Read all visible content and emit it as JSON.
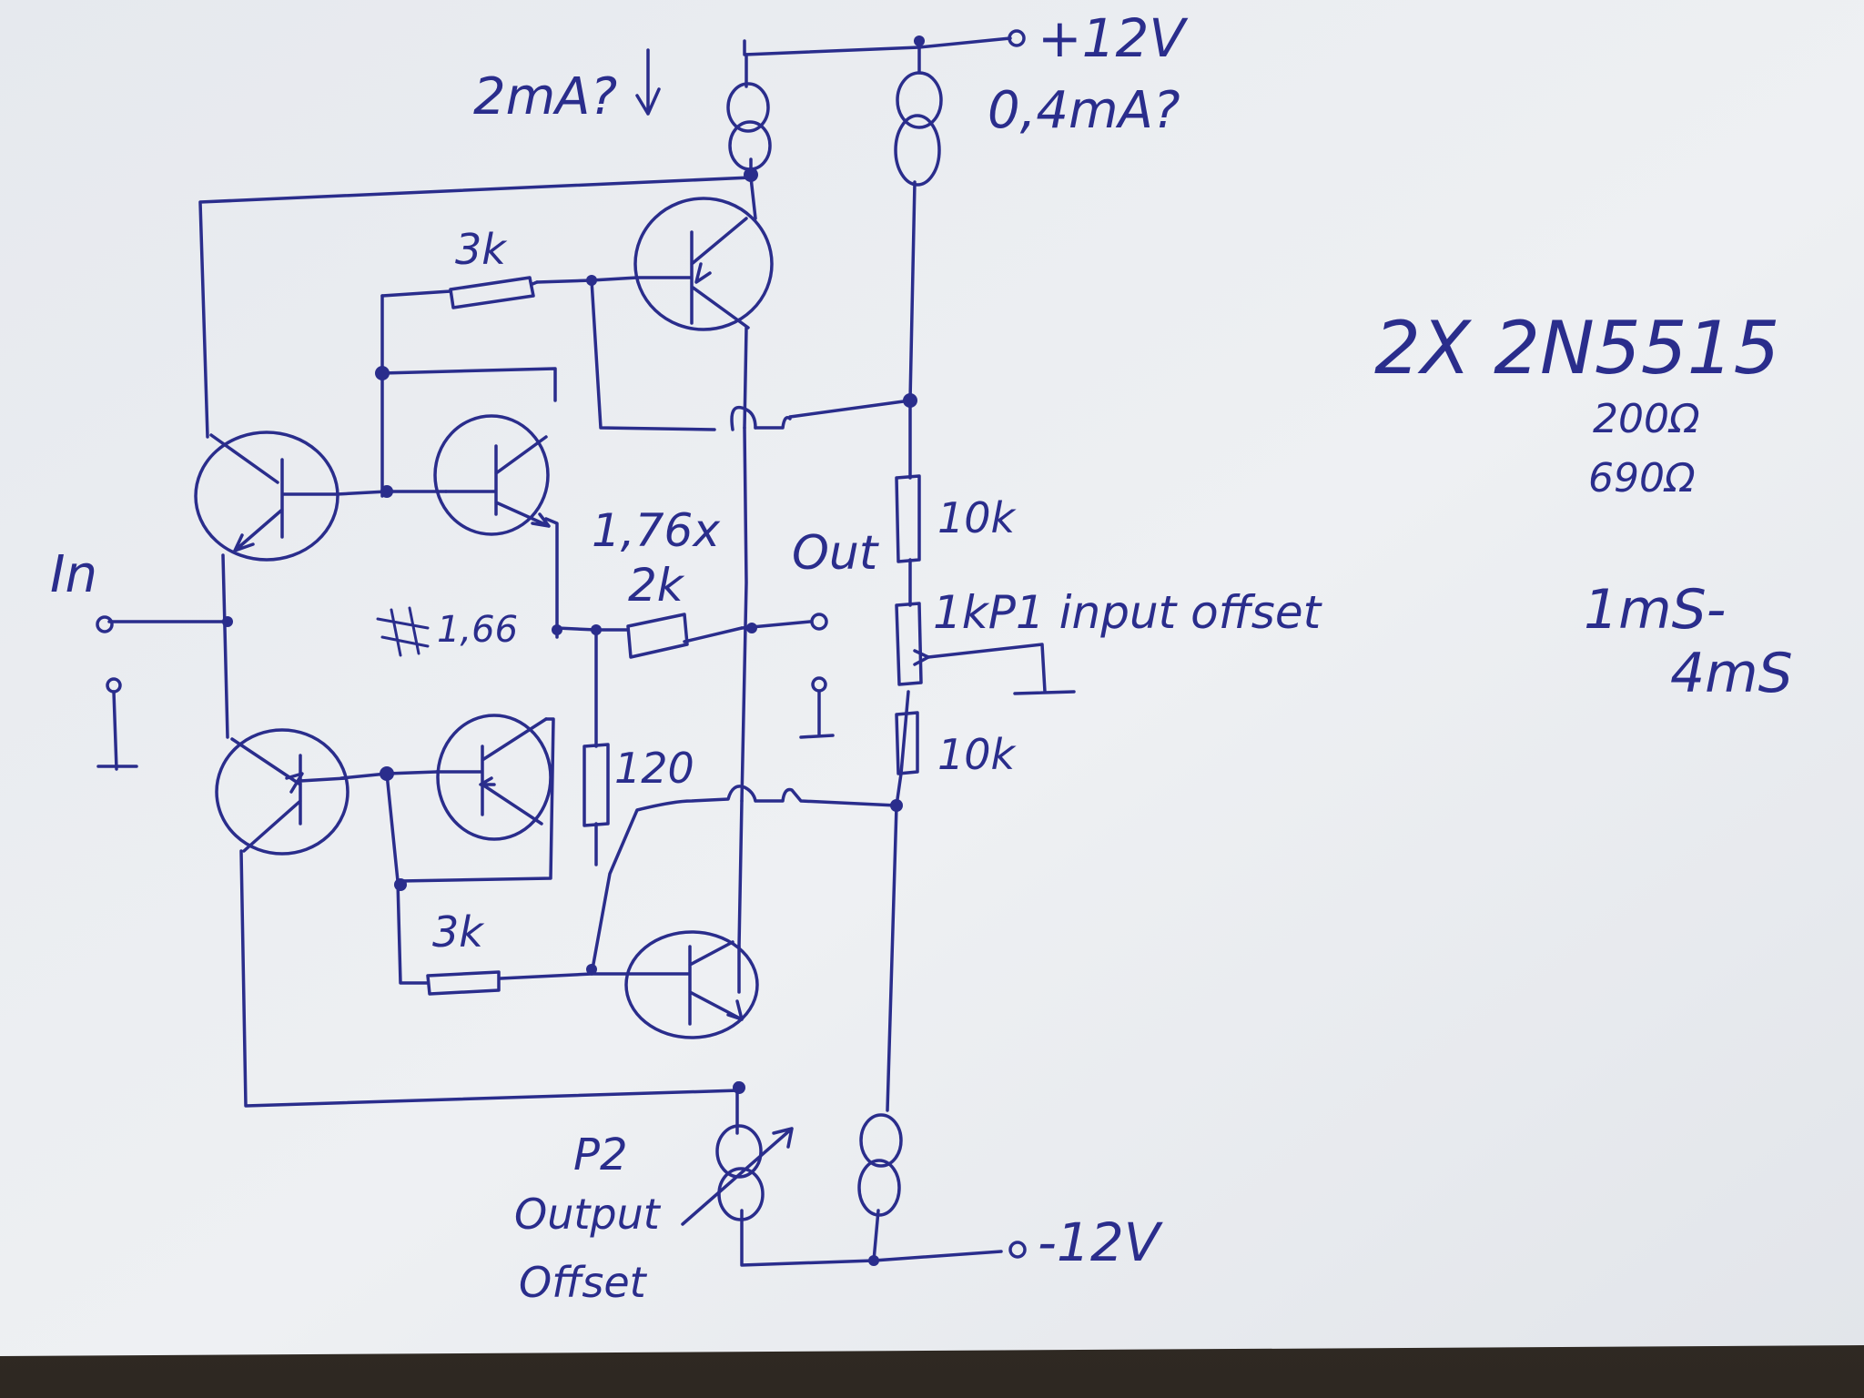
{
  "labels": {
    "vplus": "+12V",
    "vminus": "-12V",
    "current_top_left": "2mA?",
    "current_top_right": "0,4mA?",
    "r_top": "3k",
    "r_bottom": "3k",
    "r_mid": "2k",
    "r_mid_note": "1,76x",
    "r_120": "120",
    "crossed_value": "1,66",
    "r_div_top": "10k",
    "r_div_bottom": "10k",
    "pot1": "1kP1 input offset",
    "input": "In",
    "output": "Out",
    "p2_line1": "P2",
    "p2_line2": "Output",
    "p2_line3": "Offset",
    "part": "2X 2N5515",
    "part_val1": "200Ω",
    "part_val2": "690Ω",
    "transcond_1": "1mS-",
    "transcond_2": "4mS"
  },
  "colors": {
    "ink": "#2a2d8c",
    "paper": "#eceef2",
    "background": "#3a332c"
  }
}
